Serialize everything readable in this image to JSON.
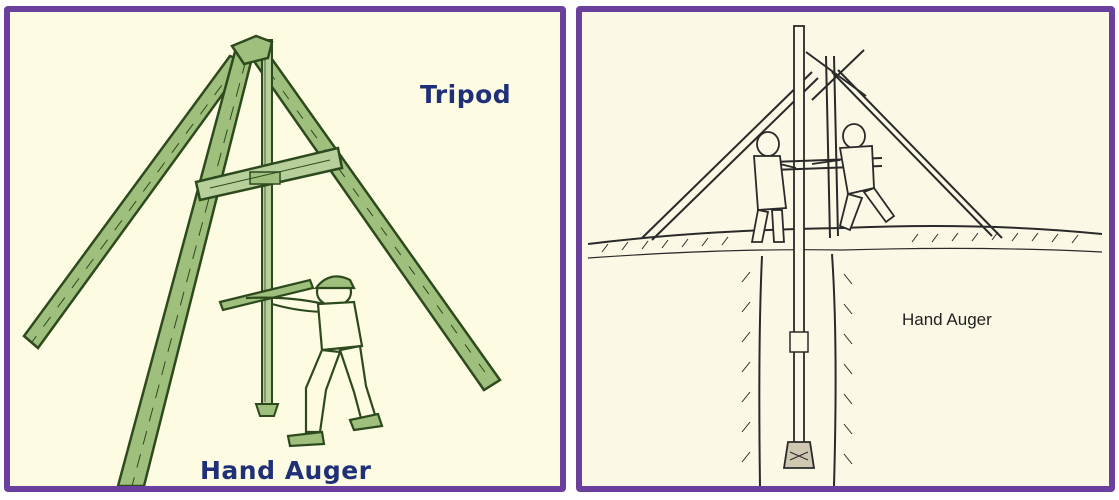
{
  "left_panel": {
    "label_tripod": "Tripod",
    "label_hand_auger": "Hand Auger",
    "line_color": "#2d4a1e",
    "fill_color": "#9fbf7c",
    "label_color": "#1f2f78"
  },
  "right_panel": {
    "label_hand_auger": "Hand Auger",
    "line_color": "#2a2a2a"
  },
  "frame_color": "#6a3f9e"
}
